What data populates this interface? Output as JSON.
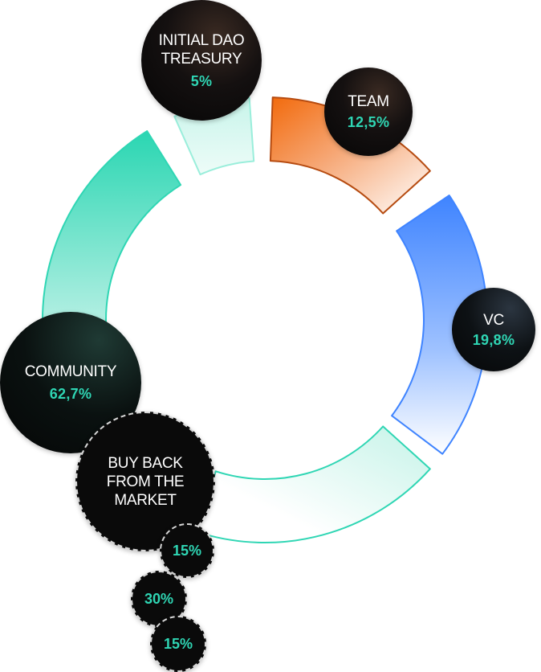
{
  "chart_data": {
    "type": "donut",
    "title": "",
    "segments": [
      {
        "label": "INITIAL DAO\nTREASURY",
        "value_label": "5%",
        "value": 5,
        "color": "#bff2e6"
      },
      {
        "label": "TEAM",
        "value_label": "12,5%",
        "value": 12.5,
        "color": "#f06a0f"
      },
      {
        "label": "VC",
        "value_label": "19,8%",
        "value": 19.8,
        "color": "#3f84ff"
      },
      {
        "label": "COMMUNITY",
        "value_label": "62,7%",
        "value": 62.7,
        "color": "#2fd6b4"
      }
    ],
    "sub_breakdown": {
      "label": "BUY BACK\nFROM THE\nMARKET",
      "values": [
        {
          "value_label": "15%",
          "value": 15
        },
        {
          "value_label": "30%",
          "value": 30
        },
        {
          "value_label": "15%",
          "value": 15
        }
      ]
    }
  }
}
